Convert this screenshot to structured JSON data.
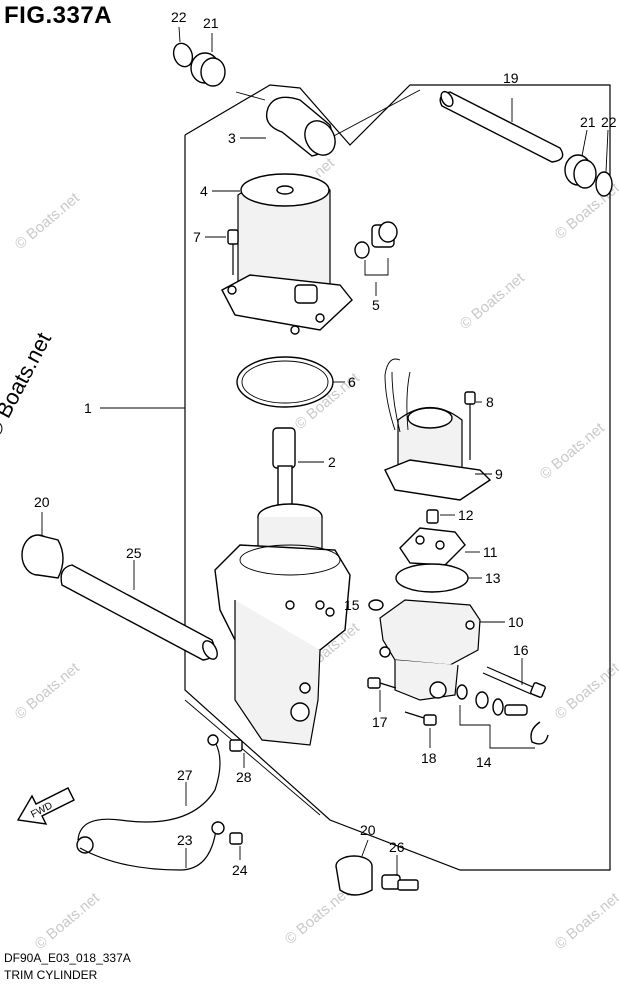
{
  "figure": {
    "title": "FIG.337A",
    "code": "DF90A_E03_018_337A",
    "name": "TRIM CYLINDER",
    "watermark": "© Boats.net"
  },
  "callouts": [
    {
      "id": "c1",
      "label": "1"
    },
    {
      "id": "c2",
      "label": "2"
    },
    {
      "id": "c3",
      "label": "3"
    },
    {
      "id": "c4",
      "label": "4"
    },
    {
      "id": "c5",
      "label": "5"
    },
    {
      "id": "c6",
      "label": "6"
    },
    {
      "id": "c7",
      "label": "7"
    },
    {
      "id": "c8",
      "label": "8"
    },
    {
      "id": "c9",
      "label": "9"
    },
    {
      "id": "c10",
      "label": "10"
    },
    {
      "id": "c11",
      "label": "11"
    },
    {
      "id": "c12",
      "label": "12"
    },
    {
      "id": "c13",
      "label": "13"
    },
    {
      "id": "c14",
      "label": "14"
    },
    {
      "id": "c15",
      "label": "15"
    },
    {
      "id": "c16",
      "label": "16"
    },
    {
      "id": "c17",
      "label": "17"
    },
    {
      "id": "c18",
      "label": "18"
    },
    {
      "id": "c19",
      "label": "19"
    },
    {
      "id": "c20a",
      "label": "20"
    },
    {
      "id": "c20b",
      "label": "20"
    },
    {
      "id": "c21a",
      "label": "21"
    },
    {
      "id": "c21b",
      "label": "21"
    },
    {
      "id": "c22a",
      "label": "22"
    },
    {
      "id": "c22b",
      "label": "22"
    },
    {
      "id": "c23",
      "label": "23"
    },
    {
      "id": "c24",
      "label": "24"
    },
    {
      "id": "c25",
      "label": "25"
    },
    {
      "id": "c26",
      "label": "26"
    },
    {
      "id": "c27",
      "label": "27"
    },
    {
      "id": "c28",
      "label": "28"
    }
  ],
  "fwd_label": "FWD"
}
